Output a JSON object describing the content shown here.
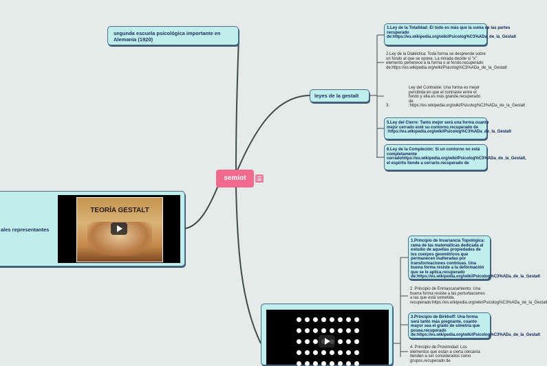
{
  "central": {
    "label": "semiot",
    "note_icon": "note-icon"
  },
  "top_left_node": {
    "text": "segunda escuela psicológica importante en Alemania (1920)"
  },
  "gestalt_branch": {
    "label": "leyes de la gestalt",
    "children": [
      {
        "text": "1.Ley de la Totalidad: El todo es más que la suma de las partes  recuperado de:https://es.wikipedia.org/wiki/Psicolog%C3%ADa_de_la_Gestalt"
      },
      {
        "text": "2.Ley de la Dialéctica: Toda forma se desprende sobre un fondo al que se opone. La mirada decide si \"x\" elemento pertenece a la forma o al fondo.recuperado de:https://es.wikipedia.org/wiki/Psicolog%C3%ADa_de_la_Gestalt"
      },
      {
        "number": "3.",
        "text": "Ley del Contraste: Una forma es mejor percibida en que el contraste entre el fondo y ella es más grande.recuperado de :https://es.wikipedia.org/wiki/Psicolog%C3%ADa_de_la_Gestalt"
      },
      {
        "text": "5.Ley del Cierre: Tanto mejor será una forma cuanto mejor cerrado esté su contorno.recuperado de :https://es.wikipedia.org/wiki/Psicolog%C3%ADa_de_la_Gestalt"
      },
      {
        "text": "6.Ley de la Compleción: Si un contorno no está completamente cerradohttps://es.wikipedia.org/wiki/Psicolog%C3%ADa_de_la_Gestalt, el espíritu tiende a cerrarlo.recuperado de"
      }
    ]
  },
  "left_node": {
    "label": "ales representantes",
    "video_title": "TEORÍA GESTALT"
  },
  "bottom_node": {
    "children": [
      {
        "text": "1.Principio de Invariancia Topológica: rama de las matemáticas dedicada al estudio de aquellas propiedades de los cuerpos geométricos que permanecen inalteradas por transformaciones continuas. Una buena forma resiste a la deformación que se le aplica.recuperado de:https://es.wikipedia.org/wiki/Psicolog%C3%ADa_de_la_Gestalt"
      },
      {
        "text": "2 .Principio de Enmascaramiento: Una buena forma resiste a las perturbaciones a las que está sometida. recuperado:https://es.wikipedia.org/wiki/Psicolog%C3%ADa_de_la_Gestalt"
      },
      {
        "text": "3.Principio de Birkhoff: Una forma será tanto más pregnante, cuanto mayor sea el grado de simetría que posea.recuperado de:https://es.wikipedia.org/wiki/Psicolog%C3%ADa_de_la_Gestalt"
      },
      {
        "text": "4. Principio de Proximidad: Los elementos que están a cierta cercanía tienden a ser considerados como grupos.recuperado de"
      }
    ]
  },
  "colors": {
    "background": "#e4ebe8",
    "node_fill": "#bfeeed",
    "node_border": "#4a6f8a",
    "central": "#f06a8c",
    "link": "#3d4a45",
    "text": "#1b2f5e"
  }
}
